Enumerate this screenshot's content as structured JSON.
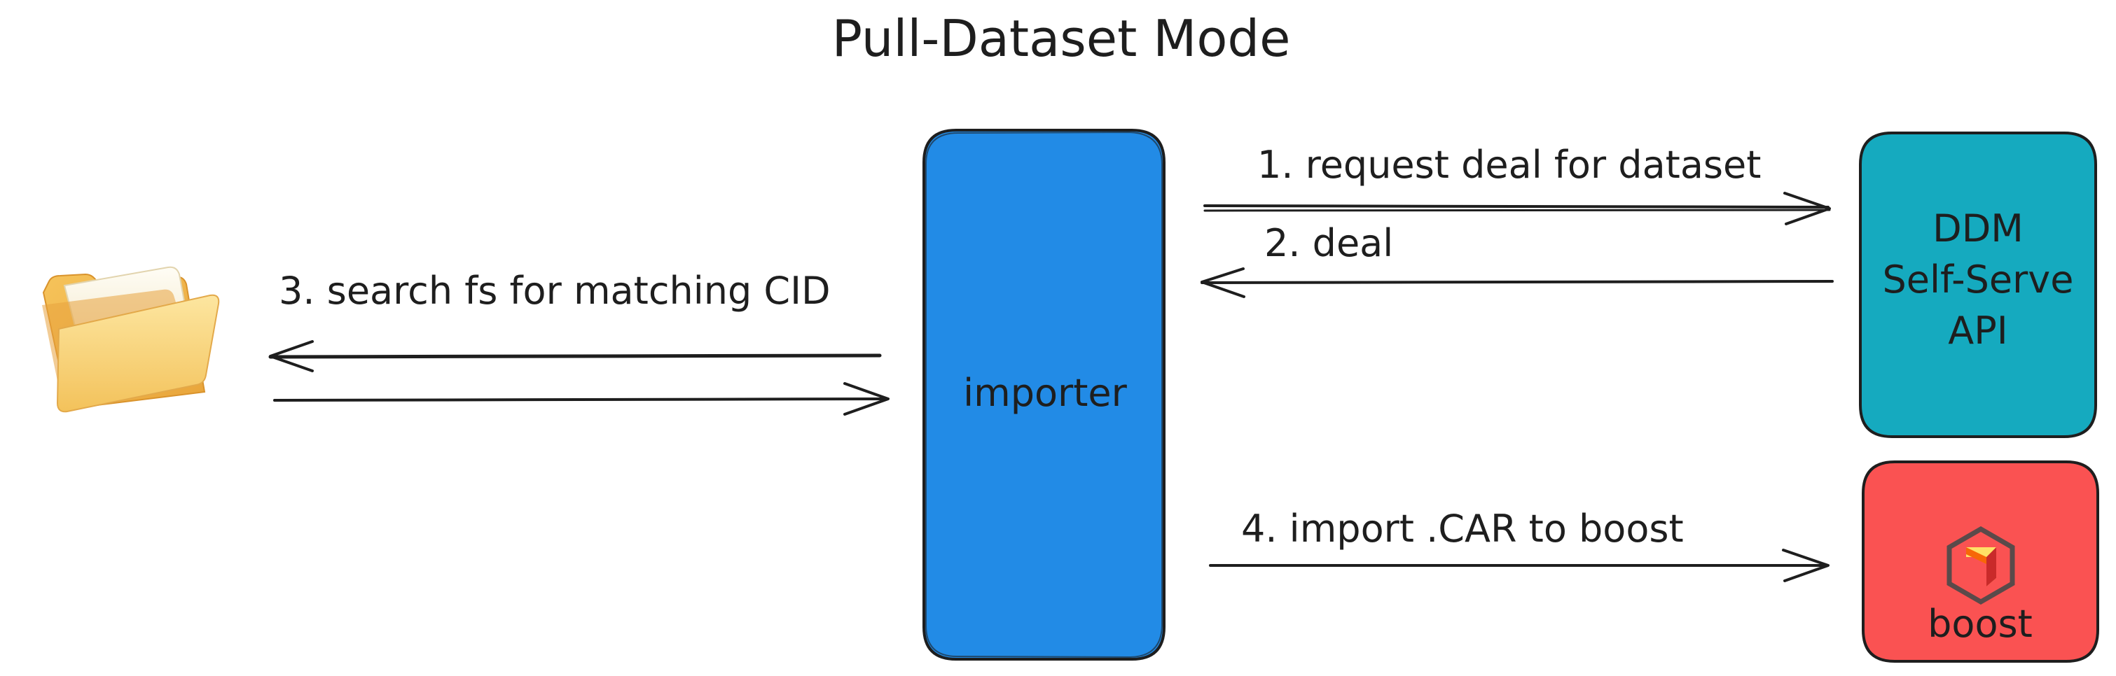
{
  "title": "Pull-Dataset Mode",
  "nodes": {
    "folder": {
      "icon": "folder-icon"
    },
    "importer": {
      "label": "importer",
      "color": "#228be6"
    },
    "ddm": {
      "lines": [
        "DDM",
        "Self-Serve",
        "API"
      ],
      "color": "#15aabf"
    },
    "boost": {
      "label": "boost",
      "color": "#fa5252",
      "icon": "boost-logo-icon"
    }
  },
  "edges": {
    "request": "1. request deal for dataset",
    "deal": "2. deal",
    "search": "3. search fs for matching CID",
    "import": "4. import .CAR to boost"
  }
}
